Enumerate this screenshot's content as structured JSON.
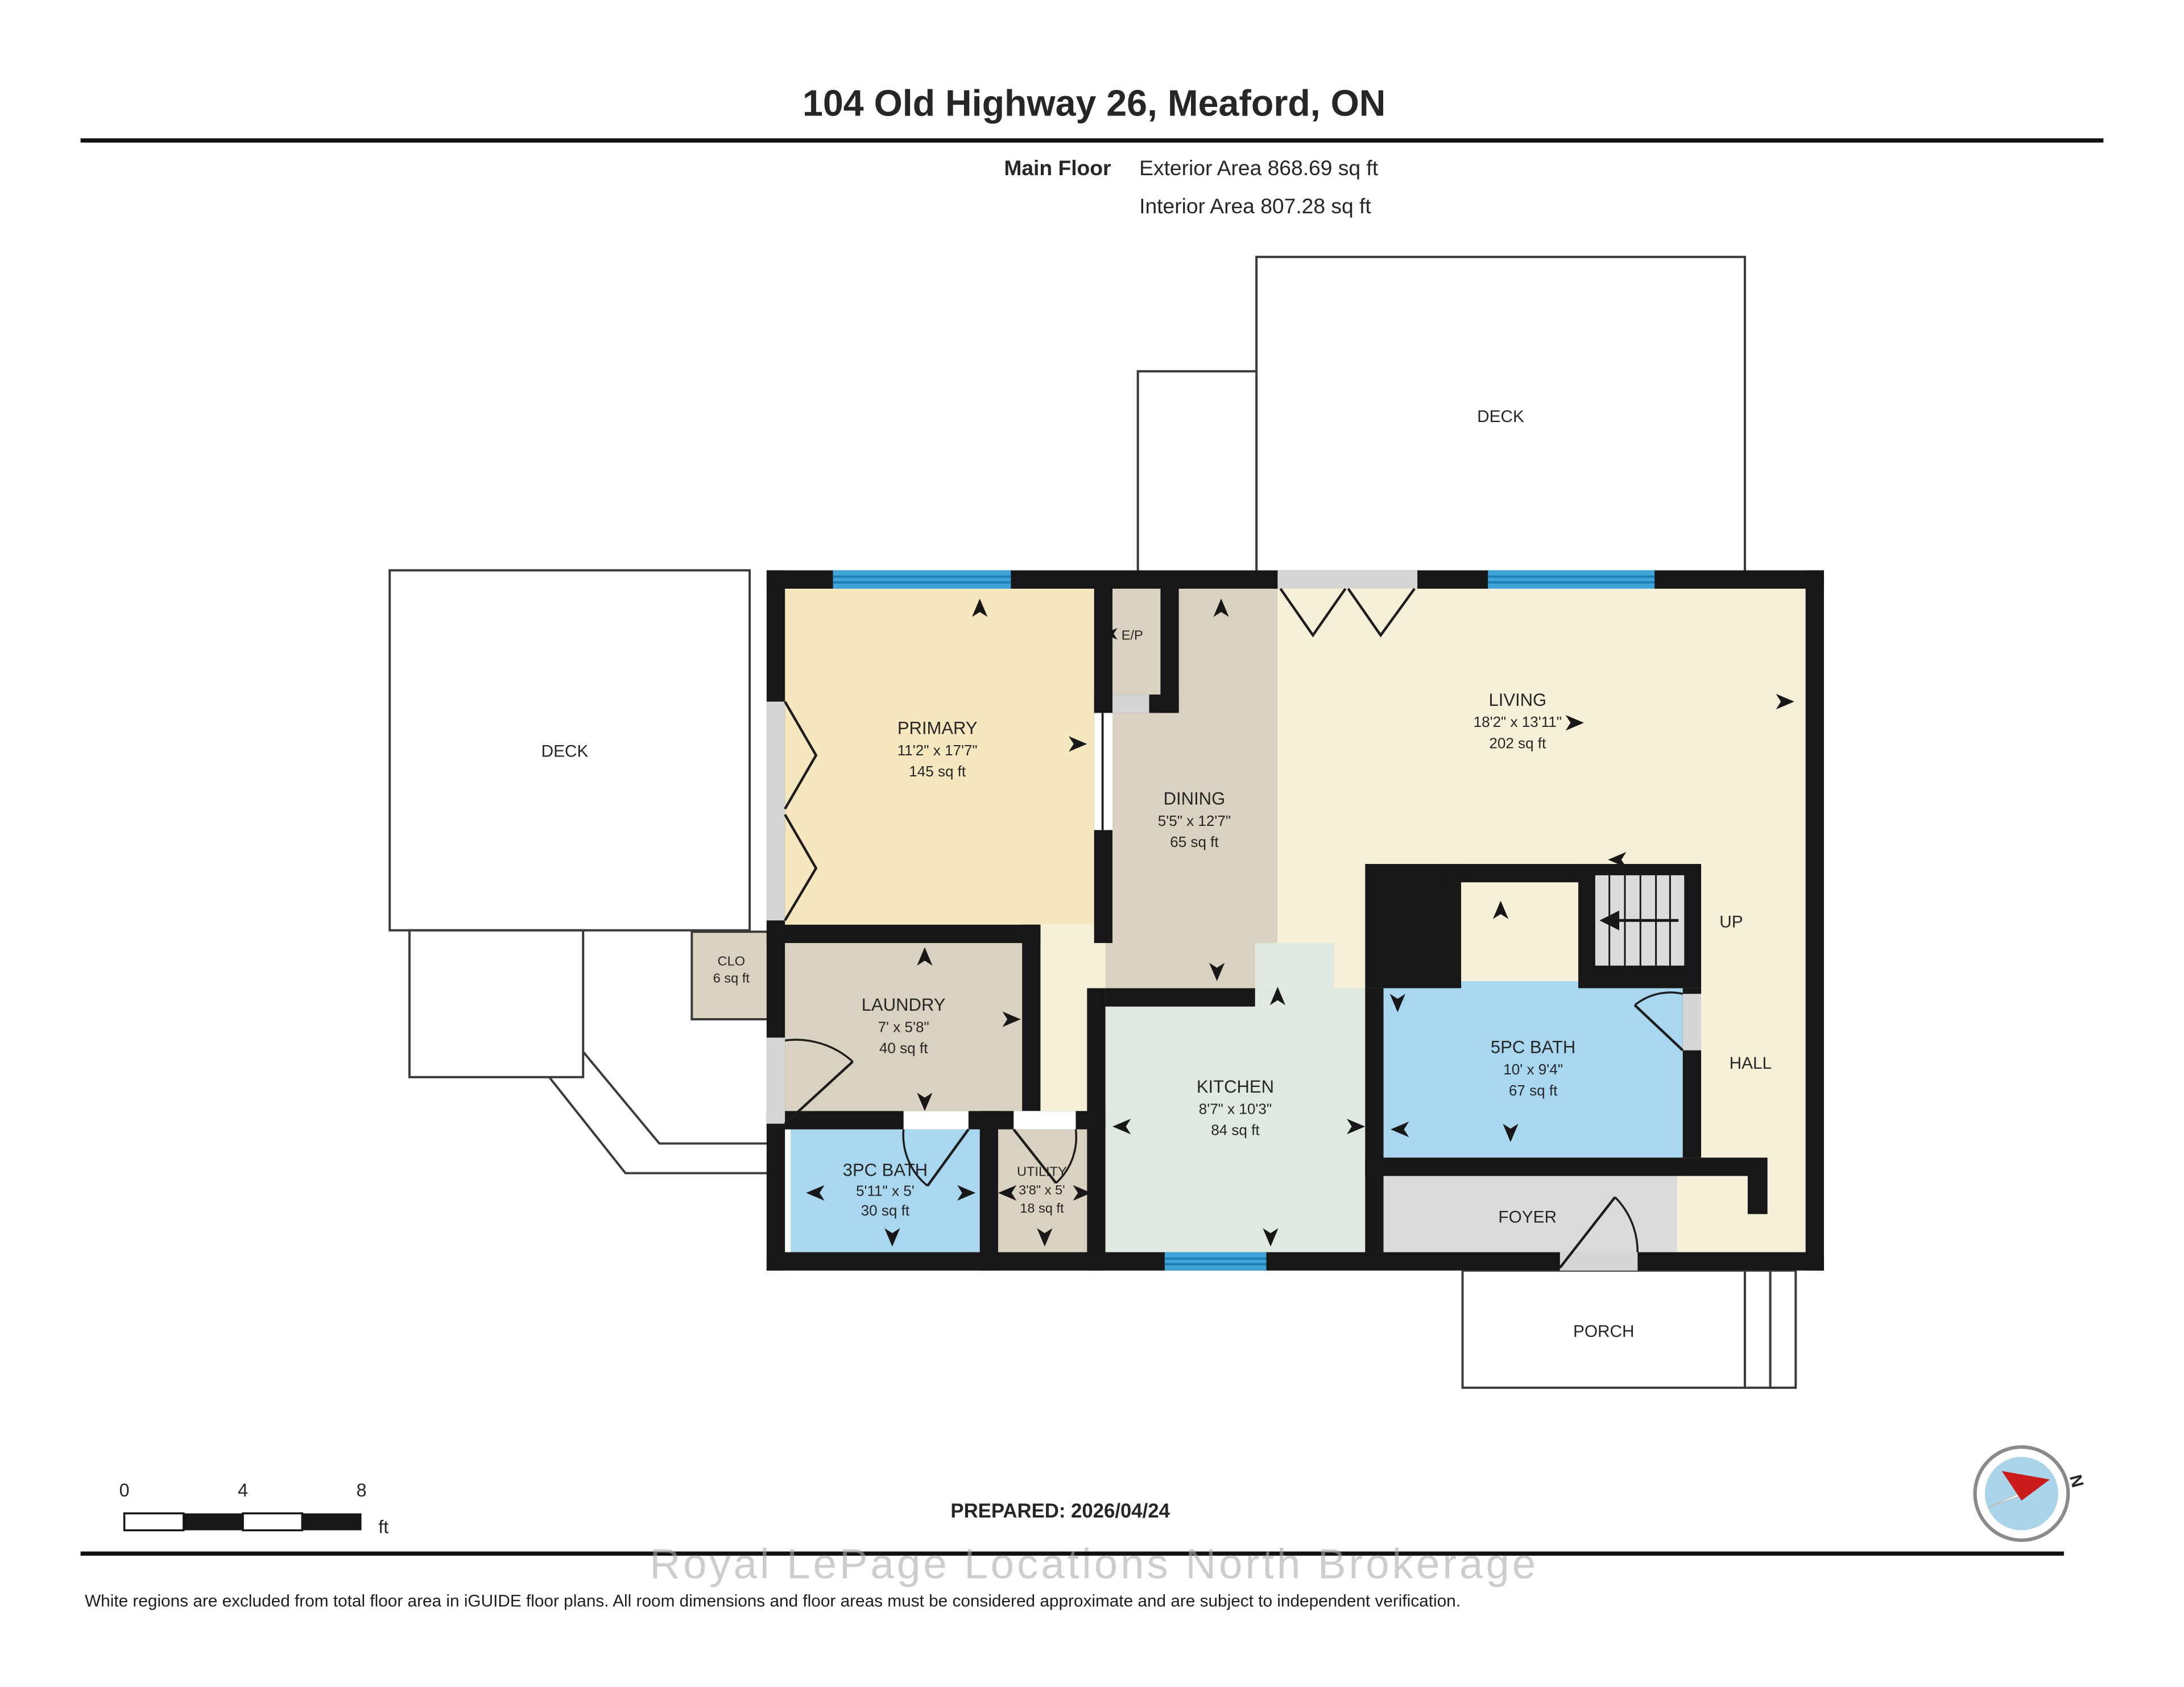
{
  "title": "104 Old Highway 26, Meaford, ON",
  "floor_summary": {
    "floor": "Main Floor",
    "exterior_area": "Exterior Area 868.69 sq ft",
    "interior_area": "Interior Area 807.28 sq ft"
  },
  "rooms": {
    "deck_top": {
      "name": "DECK"
    },
    "deck_left": {
      "name": "DECK"
    },
    "primary": {
      "name": "PRIMARY",
      "dims": "11'2\" x 17'7\"",
      "area": "145 sq ft"
    },
    "ep": {
      "name": "E/P"
    },
    "dining": {
      "name": "DINING",
      "dims": "5'5\" x 12'7\"",
      "area": "65 sq ft"
    },
    "living": {
      "name": "LIVING",
      "dims": "18'2\" x 13'11\"",
      "area": "202 sq ft"
    },
    "clo": {
      "name": "CLO",
      "area": "6 sq ft"
    },
    "laundry": {
      "name": "LAUNDRY",
      "dims": "7' x 5'8\"",
      "area": "40 sq ft"
    },
    "bath3": {
      "name": "3PC BATH",
      "dims": "5'11\" x 5'",
      "area": "30 sq ft"
    },
    "utility": {
      "name": "UTILITY",
      "dims": "3'8\" x 5'",
      "area": "18 sq ft"
    },
    "kitchen": {
      "name": "KITCHEN",
      "dims": "8'7\" x 10'3\"",
      "area": "84 sq ft"
    },
    "bath5": {
      "name": "5PC BATH",
      "dims": "10' x 9'4\"",
      "area": "67 sq ft"
    },
    "hall": {
      "name": "HALL"
    },
    "foyer": {
      "name": "FOYER"
    },
    "porch": {
      "name": "PORCH"
    },
    "stairs": {
      "label": "UP"
    }
  },
  "scale_bar": {
    "tick0": "0",
    "tick4": "4",
    "tick8": "8",
    "unit": "ft"
  },
  "prepared": "PREPARED: 2026/04/24",
  "watermark": "Royal LePage Locations North  Brokerage",
  "disclaimer": "White regions are excluded from total floor area in iGUIDE floor plans. All room dimensions and floor areas must be considered approximate and are subject to independent verification.",
  "compass": {
    "label": "N"
  },
  "colors": {
    "wall": "#171717",
    "room_cream": "#F7F0D8",
    "room_cream_primary": "#F7E7BE",
    "room_tan": "#DAD2C0",
    "room_blue": "#A9D7F0",
    "room_mint": "#DFE9DF",
    "room_gray": "#DBDBDB",
    "window_blue": "#3FA3D8",
    "compass_red": "#CC1B1B",
    "compass_blue": "#A9D4EA"
  }
}
